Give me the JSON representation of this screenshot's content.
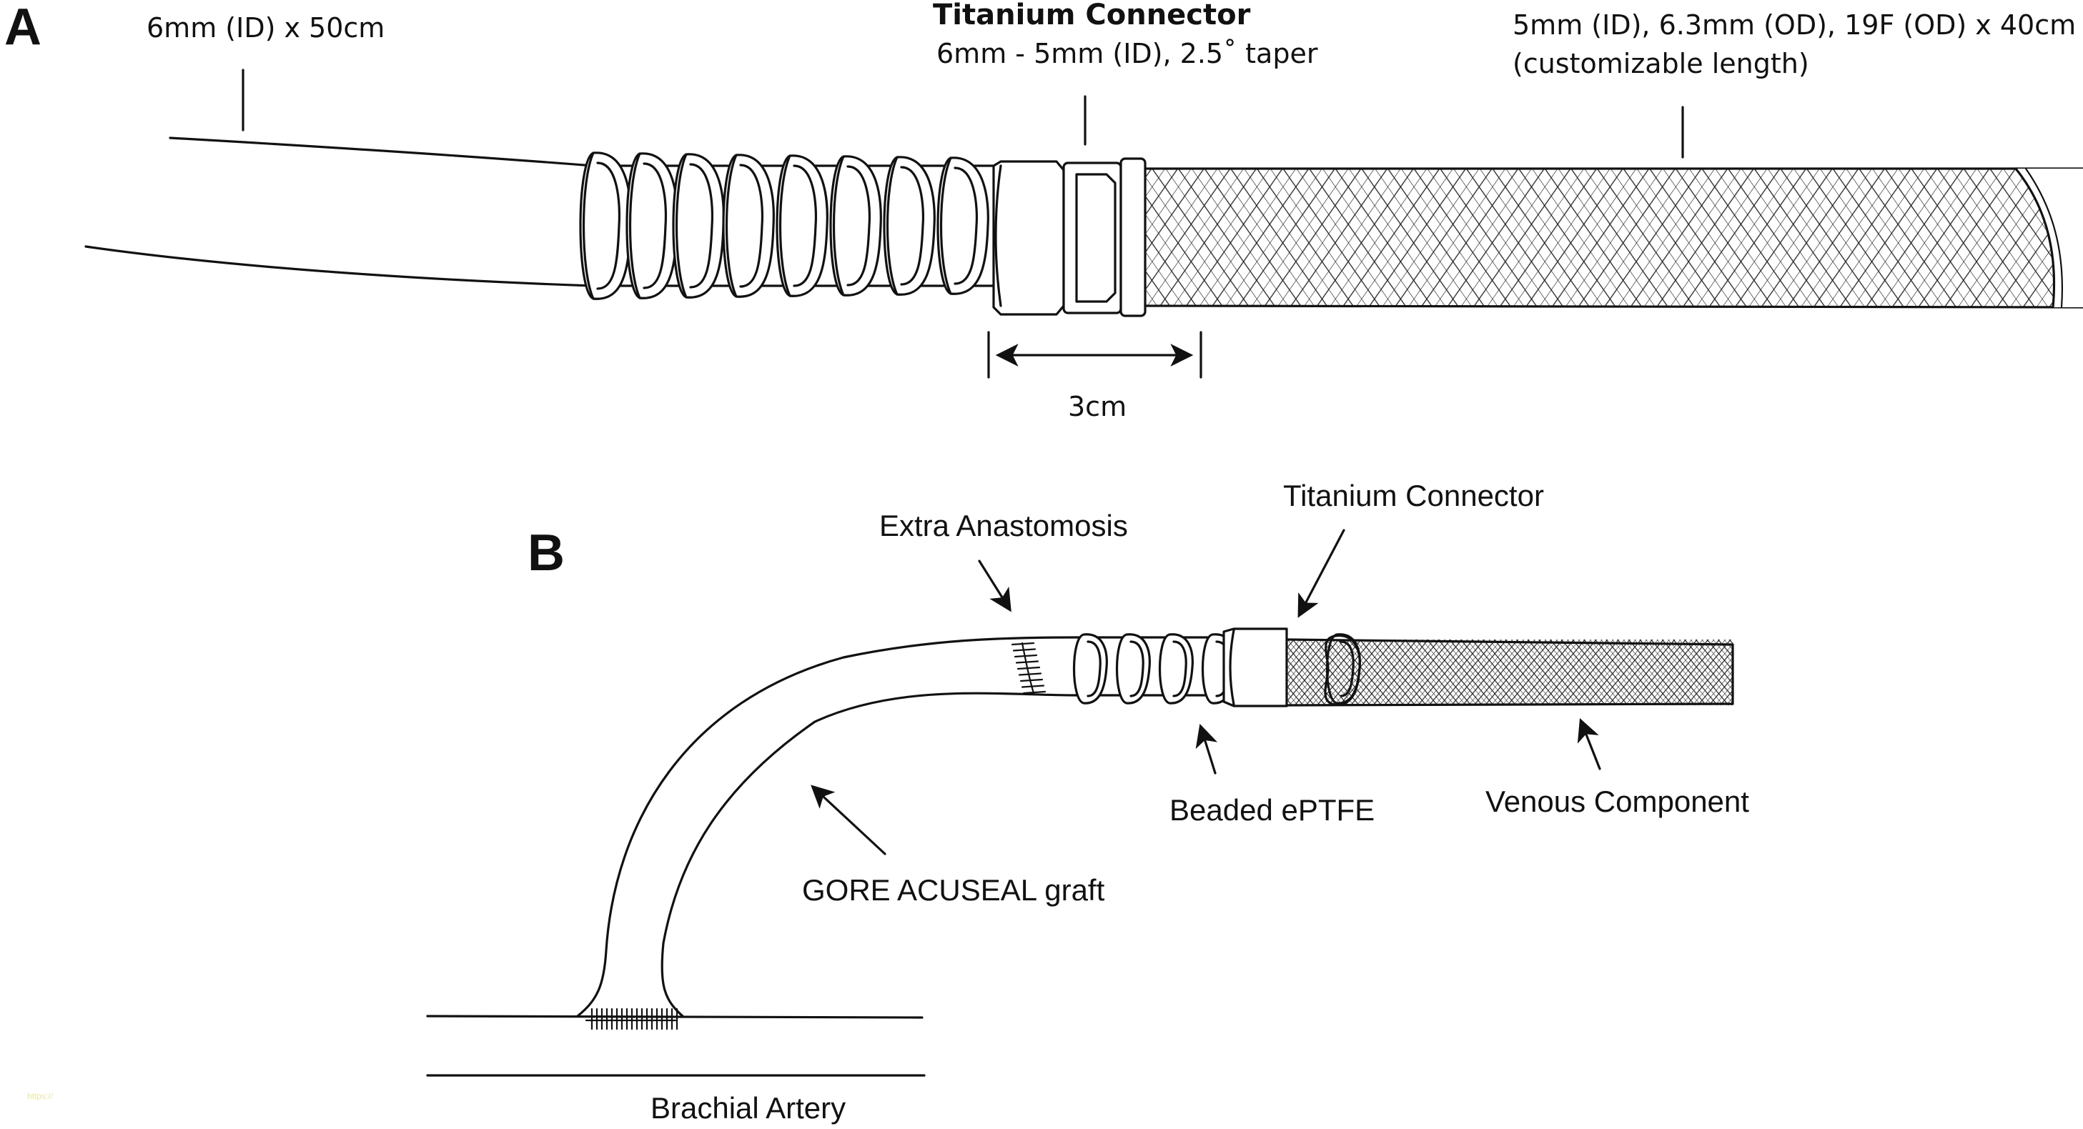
{
  "panels": {
    "a": {
      "letter": "A",
      "graft_label": "6mm (ID) x 50cm",
      "connector_title": "Titanium Connector",
      "connector_spec": "6mm - 5mm (ID), 2.5˚ taper",
      "venous_spec_line1": "5mm (ID), 6.3mm (OD), 19F (OD) x 40cm",
      "venous_spec_line2": "(customizable length)",
      "dimension_label": "3cm"
    },
    "b": {
      "letter": "B",
      "extra_anastomosis": "Extra Anastomosis",
      "titanium_connector": "Titanium Connector",
      "beaded_eptfe": "Beaded ePTFE",
      "venous_component": "Venous Component",
      "gore_graft": "GORE ACUSEAL graft",
      "brachial_artery": "Brachial Artery"
    }
  },
  "footer": {
    "watermark": "https://"
  }
}
